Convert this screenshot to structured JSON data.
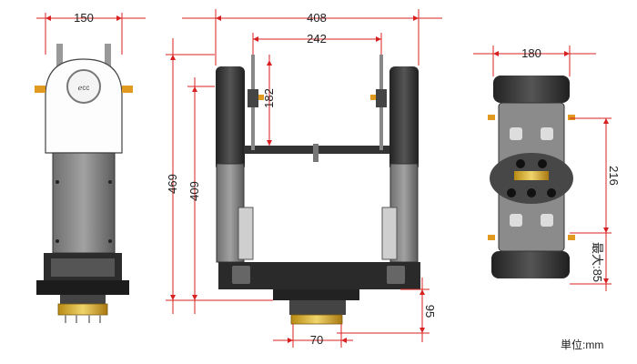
{
  "dimensions": {
    "left_width": "150",
    "front_width": "408",
    "front_inner_width": "242",
    "front_height": "469",
    "front_height_2": "409",
    "clamp_height": "182",
    "base_width": "70",
    "base_height": "95",
    "right_width": "180",
    "right_height": "216",
    "max_label": "最大:85"
  },
  "unit_label": "単位:mm"
}
